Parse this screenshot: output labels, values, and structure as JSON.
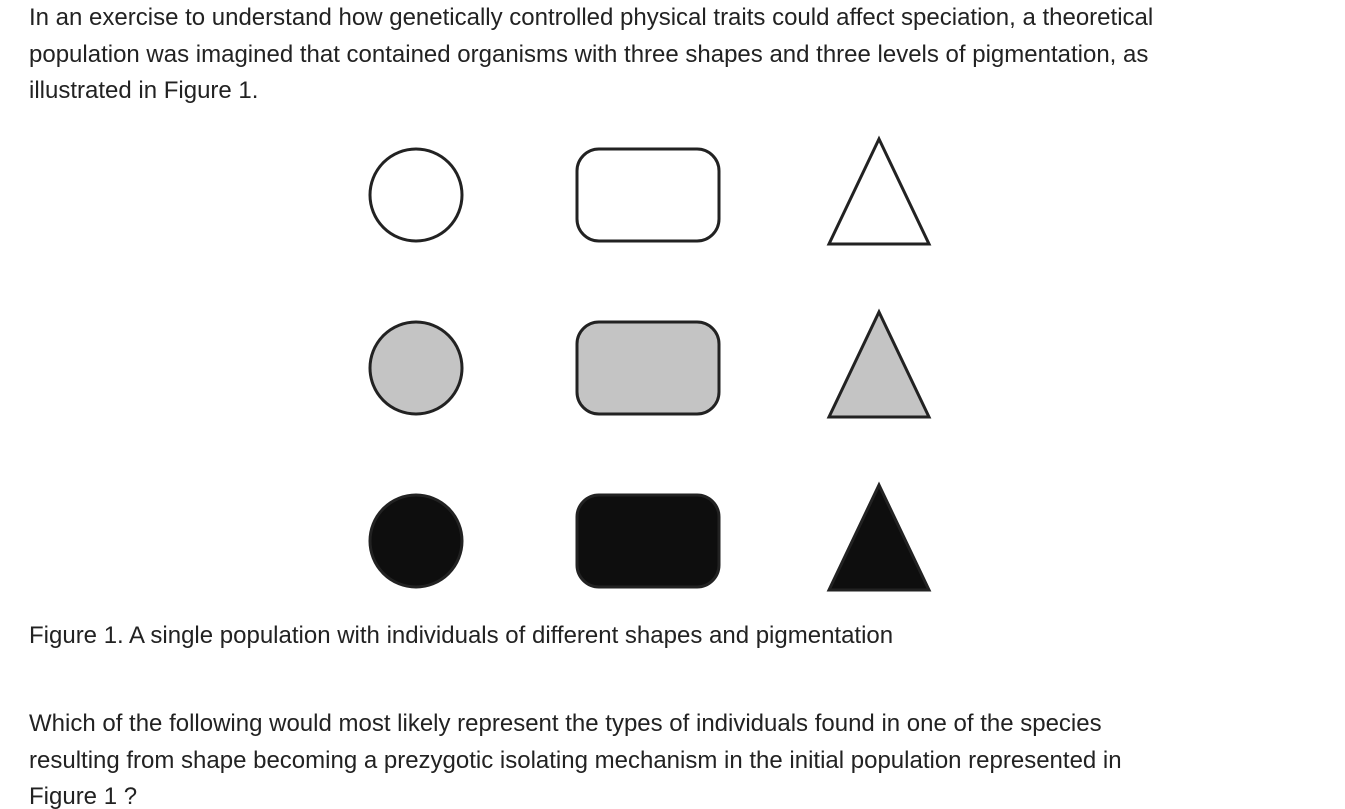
{
  "intro": {
    "line1": "In an exercise to understand how genetically controlled physical traits could affect speciation, a theoretical",
    "line2": "population was imagined that contained organisms with three shapes and three levels of pigmentation, as",
    "line3": "illustrated in Figure 1."
  },
  "figure": {
    "shapes": [
      "circle",
      "rounded-rectangle",
      "triangle"
    ],
    "pigmentation_levels": [
      {
        "level": "none",
        "fill": "#ffffff"
      },
      {
        "level": "medium",
        "fill": "#c4c4c4"
      },
      {
        "level": "dark",
        "fill": "#0e0e0e"
      }
    ],
    "stroke_color": "#222222",
    "caption": "Figure 1. A single population with individuals of different shapes and pigmentation"
  },
  "question": {
    "line1": "Which of the following would most likely represent the types of individuals found in one of the species",
    "line2": "resulting from shape becoming a prezygotic isolating mechanism in the initial population represented in",
    "line3": "Figure 1 ?"
  }
}
